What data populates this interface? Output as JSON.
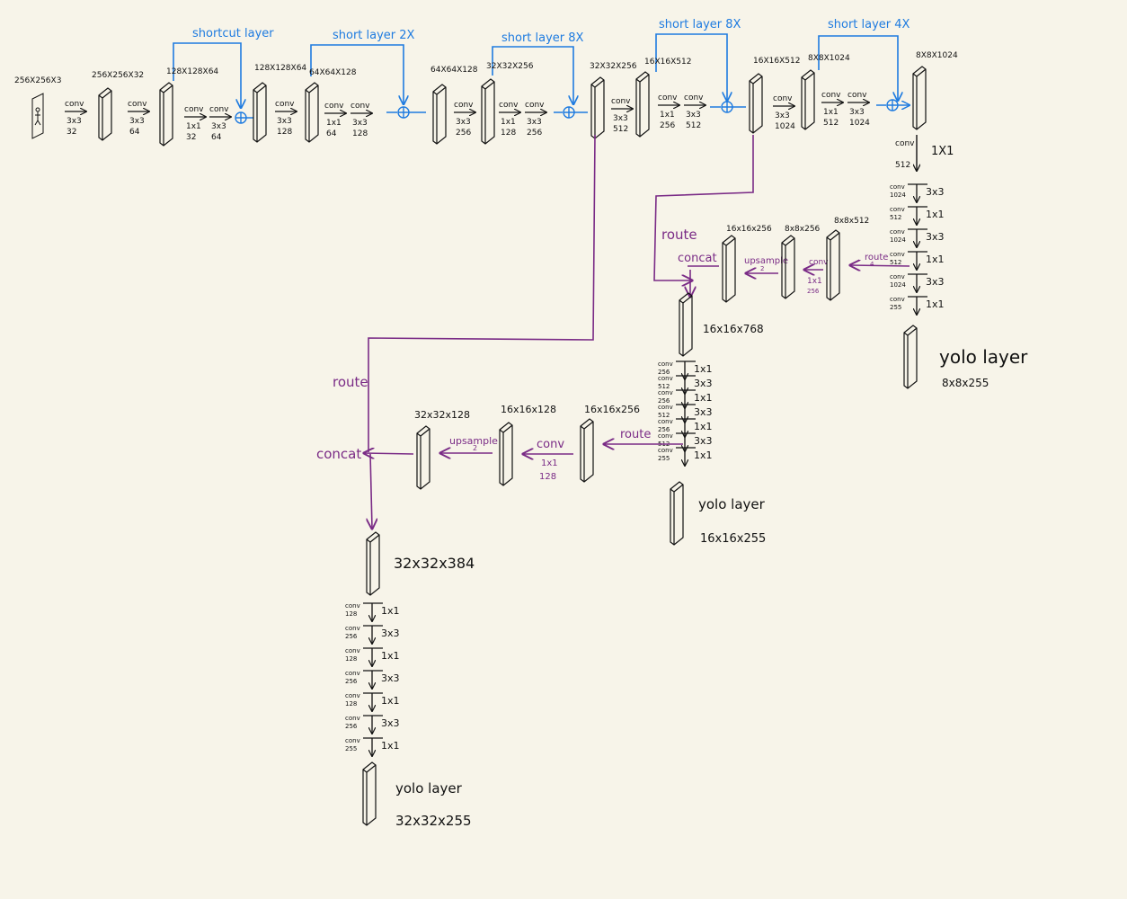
{
  "colors": {
    "ink": "#111111",
    "shortcut": "#1e7be0",
    "route": "#7a2b86",
    "paper": "#f7f4e9"
  },
  "shortcut_labels": {
    "s1": "shortcut layer",
    "s2": "short layer 2X",
    "s3": "short layer 8X",
    "s4": "short layer 8X",
    "s5": "short layer 4X"
  },
  "dims": {
    "d0": "256X256X3",
    "d1": "256X256X32",
    "d2": "128X128X64",
    "d3": "128X128X64",
    "d4": "64X64X128",
    "d5": "64X64X128",
    "d6": "32X32X256",
    "d7": "32X32X256",
    "d8": "16X16X512",
    "d9": "16X16X512",
    "d10": "8X8X1024",
    "d11": "8X8X1024"
  },
  "top_convs": {
    "c1": {
      "name": "conv",
      "k": "3x3",
      "n": "32"
    },
    "c2": {
      "name": "conv",
      "k": "3x3",
      "n": "64"
    },
    "c3a": {
      "name": "conv",
      "k": "1x1",
      "n": "32"
    },
    "c3b": {
      "name": "conv",
      "k": "3x3",
      "n": "64"
    },
    "c4": {
      "name": "conv",
      "k": "3x3",
      "n": "128"
    },
    "c5a": {
      "name": "conv",
      "k": "1x1",
      "n": "64"
    },
    "c5b": {
      "name": "conv",
      "k": "3x3",
      "n": "128"
    },
    "c6": {
      "name": "conv",
      "k": "3x3",
      "n": "256"
    },
    "c7a": {
      "name": "conv",
      "k": "1x1",
      "n": "128"
    },
    "c7b": {
      "name": "conv",
      "k": "3x3",
      "n": "256"
    },
    "c8": {
      "name": "conv",
      "k": "3x3",
      "n": "512"
    },
    "c9a": {
      "name": "conv",
      "k": "1x1",
      "n": "256"
    },
    "c9b": {
      "name": "conv",
      "k": "3x3",
      "n": "512"
    },
    "c10": {
      "name": "conv",
      "k": "3x3",
      "n": "1024"
    },
    "c11a": {
      "name": "conv",
      "k": "1x1",
      "n": "512"
    },
    "c11b": {
      "name": "conv",
      "k": "3x3",
      "n": "1024"
    }
  },
  "branch8": {
    "first": {
      "name": "conv",
      "n": "512",
      "k": "1X1"
    },
    "stack": [
      {
        "name": "conv",
        "n": "1024",
        "k": "3x3"
      },
      {
        "name": "conv",
        "n": "512",
        "k": "1x1"
      },
      {
        "name": "conv",
        "n": "1024",
        "k": "3x3"
      },
      {
        "name": "conv",
        "n": "512",
        "k": "1x1"
      },
      {
        "name": "conv",
        "n": "1024",
        "k": "3x3"
      },
      {
        "name": "conv",
        "n": "255",
        "k": "1x1"
      }
    ],
    "yolo": "yolo layer",
    "yolo_dim": "8x8x255",
    "route": "route",
    "route_n": "4",
    "conv_up": {
      "name": "conv",
      "k": "1x1",
      "n": "256"
    },
    "dim_a": "8x8x512",
    "dim_b": "8x8x256"
  },
  "branch16": {
    "upsample": "upsample",
    "up_n": "2",
    "dim_up": "16x16x256",
    "route": "route",
    "concat": "concat",
    "concat_dim": "16x16x768",
    "stack": [
      {
        "name": "conv",
        "n": "256",
        "k": "1x1"
      },
      {
        "name": "conv",
        "n": "512",
        "k": "3x3"
      },
      {
        "name": "conv",
        "n": "256",
        "k": "1x1"
      },
      {
        "name": "conv",
        "n": "512",
        "k": "3x3"
      },
      {
        "name": "conv",
        "n": "256",
        "k": "1x1"
      },
      {
        "name": "conv",
        "n": "512",
        "k": "3x3"
      },
      {
        "name": "conv",
        "n": "255",
        "k": "1x1"
      }
    ],
    "yolo": "yolo layer",
    "yolo_dim": "16x16x255",
    "route2": "route",
    "dim_a": "16x16x256",
    "conv_up": {
      "name": "conv",
      "k": "1x1",
      "n": "128"
    },
    "dim_b": "16x16x128",
    "upsample2": "upsample",
    "up2_n": "2",
    "dim_c": "32x32x128"
  },
  "branch32": {
    "route": "route",
    "concat": "concat",
    "concat_dim": "32x32x384",
    "stack": [
      {
        "name": "conv",
        "n": "128",
        "k": "1x1"
      },
      {
        "name": "conv",
        "n": "256",
        "k": "3x3"
      },
      {
        "name": "conv",
        "n": "128",
        "k": "1x1"
      },
      {
        "name": "conv",
        "n": "256",
        "k": "3x3"
      },
      {
        "name": "conv",
        "n": "128",
        "k": "1x1"
      },
      {
        "name": "conv",
        "n": "256",
        "k": "3x3"
      },
      {
        "name": "conv",
        "n": "255",
        "k": "1x1"
      }
    ],
    "yolo": "yolo layer",
    "yolo_dim": "32x32x255"
  }
}
